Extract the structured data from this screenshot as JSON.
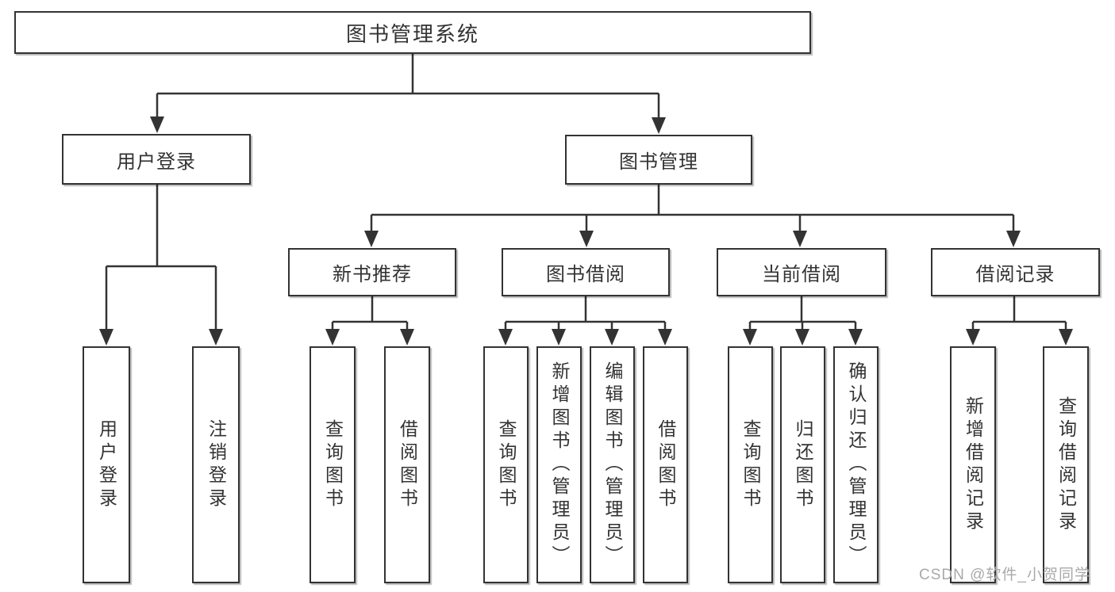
{
  "diagram": {
    "tree": {
      "label": "图书管理系统",
      "children": [
        {
          "label": "用户登录",
          "children": [
            {
              "label": "用户登录"
            },
            {
              "label": "注销登录"
            }
          ]
        },
        {
          "label": "图书管理",
          "children": [
            {
              "label": "新书推荐",
              "children": [
                {
                  "label": "查询图书"
                },
                {
                  "label": "借阅图书"
                }
              ]
            },
            {
              "label": "图书借阅",
              "children": [
                {
                  "label": "查询图书"
                },
                {
                  "label": "新增图书（管理员）"
                },
                {
                  "label": "编辑图书（管理员）"
                },
                {
                  "label": "借阅图书"
                }
              ]
            },
            {
              "label": "当前借阅",
              "children": [
                {
                  "label": "查询图书"
                },
                {
                  "label": "归还图书"
                },
                {
                  "label": "确认归还（管理员）"
                }
              ]
            },
            {
              "label": "借阅记录",
              "children": [
                {
                  "label": "新增借阅记录"
                },
                {
                  "label": "查询借阅记录"
                }
              ]
            }
          ]
        }
      ]
    },
    "colors": {
      "line": "#333333",
      "box_border": "#333333",
      "text": "#333333",
      "background": "#ffffff"
    }
  },
  "watermark": {
    "text": "CSDN @软件_小贺同学",
    "color": "#a9a9a9"
  }
}
